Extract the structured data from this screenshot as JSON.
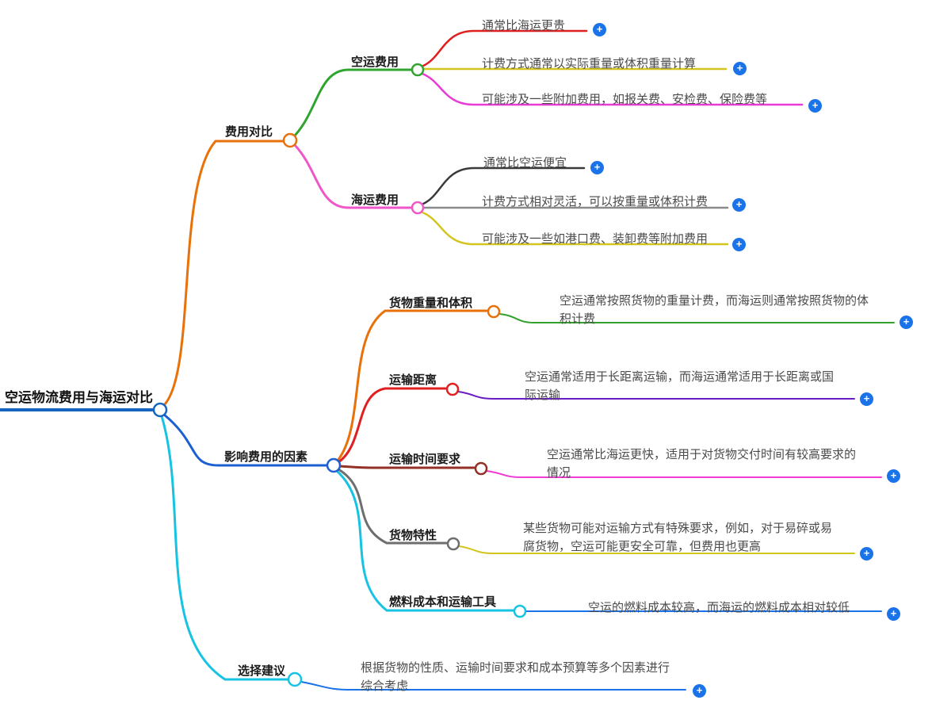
{
  "root": {
    "label": "空运物流费用与海运对比"
  },
  "branch1": {
    "label": "费用对比",
    "air": {
      "label": "空运费用",
      "leaves": [
        "通常比海运更贵",
        "计费方式通常以实际重量或体积重量计算",
        "可能涉及一些附加费用，如报关费、安检费、保险费等"
      ]
    },
    "sea": {
      "label": "海运费用",
      "leaves": [
        "通常比空运便宜",
        "计费方式相对灵活，可以按重量或体积计费",
        "可能涉及一些如港口费、装卸费等附加费用"
      ]
    }
  },
  "branch2": {
    "label": "影响费用的因素",
    "factors": [
      {
        "label": "货物重量和体积",
        "desc": "空运通常按照货物的重量计费，而海运则通常按照货物的体积计费"
      },
      {
        "label": "运输距离",
        "desc": "空运通常适用于长距离运输，而海运通常适用于长距离或国际运输"
      },
      {
        "label": "运输时间要求",
        "desc": "空运通常比海运更快，适用于对货物交付时间有较高要求的情况"
      },
      {
        "label": "货物特性",
        "desc": "某些货物可能对运输方式有特殊要求，例如，对于易碎或易腐货物，空运可能更安全可靠，但费用也更高"
      },
      {
        "label": "燃料成本和运输工具",
        "desc": "空运的燃料成本较高，而海运的燃料成本相对较低"
      }
    ]
  },
  "branch3": {
    "label": "选择建议",
    "desc": "根据货物的性质、运输时间要求和成本预算等多个因素进行综合考虑"
  },
  "ui": {
    "plus_glyph": "+"
  },
  "palette": {
    "root_blue": "#1565c0",
    "branch_blue": "#1b5fd0",
    "orange": "#e8710a",
    "green": "#2fa52f",
    "leaf_green": "#33a02c",
    "red": "#e02020",
    "dark_red": "#943126",
    "yellow": "#d2c51e",
    "magenta": "#e93ad6",
    "pink": "#f056c8",
    "purple": "#6a1cc4",
    "cyan": "#17c3e3",
    "dark_gray": "#3a3a3a",
    "gray": "#8a8a8a",
    "leaf_blue": "#1a73e8",
    "plus_bg": "#1a73e8"
  }
}
